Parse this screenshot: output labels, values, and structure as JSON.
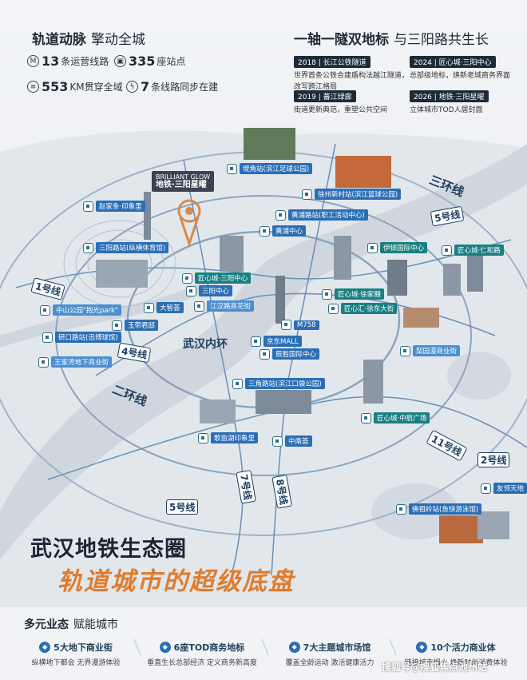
{
  "header_left": {
    "title": "轨道动脉",
    "subtitle": "擎动全城",
    "stats": [
      {
        "icon": "metro-icon",
        "icon_glyph": "M",
        "number": "13",
        "text": "条运营线路"
      },
      {
        "icon": "station-icon",
        "icon_glyph": "▣",
        "number": "335",
        "text": "座站点"
      },
      {
        "icon": "track-icon",
        "icon_glyph": "≡",
        "number": "553",
        "text": "KM贯穿全域"
      },
      {
        "icon": "lightning-icon",
        "icon_glyph": "ϟ",
        "number": "7",
        "text": "条线路同步在建"
      }
    ]
  },
  "header_right": {
    "title": "一轴一隧双地标",
    "subtitle": "与三阳路共生长",
    "timeline": [
      {
        "badge": "2018 | 长江公铁隧道",
        "text": [
          "世界首条公铁合建盾构法越江隧道，",
          "改写跨江格局"
        ]
      },
      {
        "badge": "2024 | 匠心城·三阳中心",
        "text": [
          "总部级地标，焕新老城商务界面"
        ]
      },
      {
        "badge": "2019 | 蕃江绿廊",
        "text": [
          "街道更新典范，重塑公共空间"
        ]
      },
      {
        "badge": "2026 | 地铁·三阳星曜",
        "text": [
          "立体城市TOD人居封面"
        ]
      }
    ]
  },
  "brand": {
    "en": "BRILLIANT GLOW",
    "cn": "地铁·三阳星曜"
  },
  "stations": [
    {
      "label": "堤角站(滨江足球公园)",
      "style": "t-blue"
    },
    {
      "label": "徐州新村站(滨江篮球公园)",
      "style": "t-blue"
    },
    {
      "label": "黄浦路站(职工活动中心)",
      "style": "t-blue"
    },
    {
      "label": "黄浦中心",
      "style": "t-blue"
    },
    {
      "label": "赵家条·印象里",
      "style": "t-blue"
    },
    {
      "label": "三阳路站(纵横体育馆)",
      "style": "t-blue"
    },
    {
      "label": "伊顿国际中心",
      "style": "t-teal"
    },
    {
      "label": "匠心城·仁和路",
      "style": "t-teal"
    },
    {
      "label": "匠心城·三阳中心",
      "style": "t-teal"
    },
    {
      "label": "三阳中心",
      "style": "t-blue"
    },
    {
      "label": "匠心城·徐家棚",
      "style": "t-teal"
    },
    {
      "label": "中山公园\"抱光park\"",
      "style": "t-light"
    },
    {
      "label": "大智荟",
      "style": "t-blue"
    },
    {
      "label": "江汉路商花街",
      "style": "t-light"
    },
    {
      "label": "匠心汇·徐东大街",
      "style": "t-teal"
    },
    {
      "label": "玉带君邸",
      "style": "t-blue"
    },
    {
      "label": "M758",
      "style": "t-blue"
    },
    {
      "label": "研口路站(迅博球馆)",
      "style": "t-blue"
    },
    {
      "label": "京东MALL",
      "style": "t-blue"
    },
    {
      "label": "梨园漫商业街",
      "style": "t-light"
    },
    {
      "label": "王家湾地下商业街",
      "style": "t-light"
    },
    {
      "label": "辰胜国际中心",
      "style": "t-blue"
    },
    {
      "label": "三角路站(滨江口袋公园)",
      "style": "t-blue"
    },
    {
      "label": "匠心城·中航广场",
      "style": "t-teal"
    },
    {
      "label": "歌亩湖印象里",
      "style": "t-blue"
    },
    {
      "label": "中南荟",
      "style": "t-blue"
    },
    {
      "label": "友邻天地",
      "style": "t-blue"
    },
    {
      "label": "佛祖岭站(鱼快游泳馆)",
      "style": "t-blue"
    }
  ],
  "ring_labels": [
    "武汉内环",
    "二环线",
    "三环线"
  ],
  "line_tags": [
    "1号线",
    "4号线",
    "5号线",
    "11号线",
    "2号线",
    "5号线",
    "7号线",
    "8号线"
  ],
  "main_title": "武汉地铁生态圈",
  "slogan": "轨道城市的超级底盘",
  "footer": {
    "title": "多元业态",
    "subtitle": "赋能城市",
    "features": [
      {
        "number": "5",
        "head": "5大地下商业街",
        "desc": "纵横地下都会 无界漫游体验"
      },
      {
        "number": "6",
        "head": "6座TOD商务地标",
        "desc": "垂直生长总部经济 定义商务新高度"
      },
      {
        "number": "7",
        "head": "7大主题城市场馆",
        "desc": "覆盖全龄运动 激活健康活力"
      },
      {
        "number": "10",
        "head": "10个活力商业体",
        "desc": "链接城市烟火 焕新时尚消费体验"
      }
    ]
  },
  "watermark": "搜狐号@搜狐焦点池州站",
  "colors": {
    "water": "#d9dee5",
    "land": "#e9edf1",
    "accent": "#e07c2d",
    "teal": "#1a7f82",
    "blue": "#2b6eb6",
    "ring": "#5f8fb8"
  }
}
